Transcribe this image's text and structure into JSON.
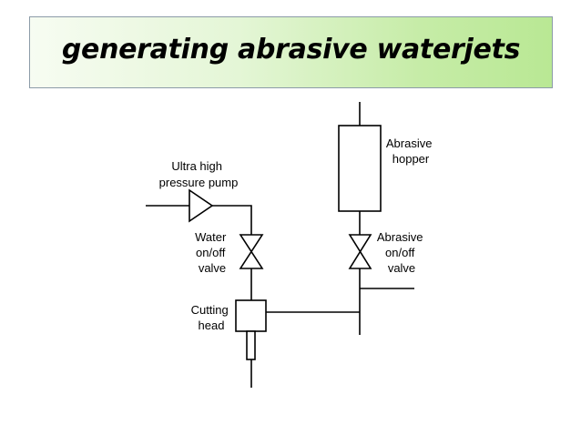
{
  "title": "generating abrasive waterjets",
  "labels": {
    "pump": [
      "Ultra high",
      "pressure pump"
    ],
    "water_valve": [
      "Water",
      "on/off",
      "valve"
    ],
    "cutting_head": [
      "Cutting",
      "head"
    ],
    "hopper": [
      "Abrasive",
      "hopper"
    ],
    "abrasive_valve": [
      "Abrasive",
      "on/off",
      "valve"
    ]
  },
  "colors": {
    "title_border": "#8c9ba8",
    "title_gradient_start": "#f7fcf2",
    "title_gradient_end": "#b9e894",
    "line": "#000000"
  }
}
